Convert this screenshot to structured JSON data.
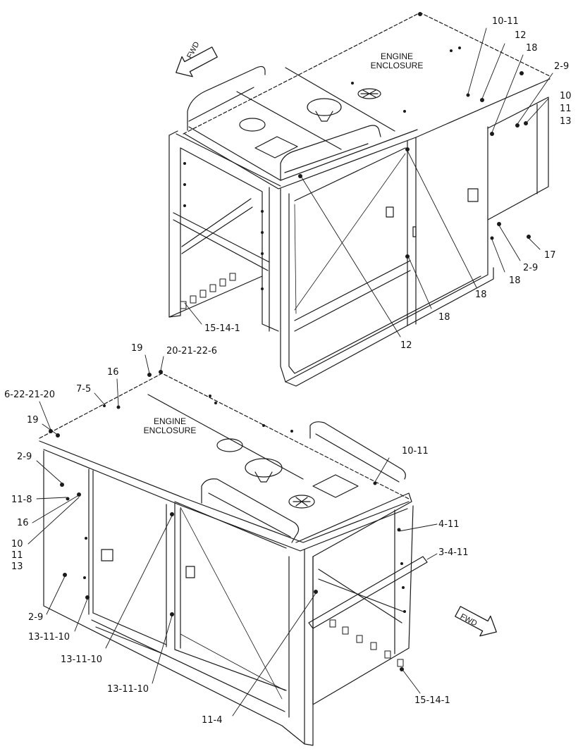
{
  "upper_view": {
    "enclosure_label": [
      "ENGINE",
      "ENCLOSURE"
    ],
    "fwd_label": "FWD",
    "callouts": [
      "10-11",
      "12",
      "18",
      "2-9",
      "10",
      "11",
      "13",
      "17",
      "2-9",
      "18",
      "18",
      "18",
      "12",
      "15-14-1"
    ]
  },
  "lower_view": {
    "enclosure_label": [
      "ENGINE",
      "ENCLOSURE"
    ],
    "fwd_label": "FWD",
    "callouts": [
      "19",
      "20-21-22-6",
      "16",
      "7-5",
      "6-22-21-20",
      "19",
      "2-9",
      "11-8",
      "16",
      "10",
      "11",
      "13",
      "2-9",
      "13-11-10",
      "13-11-10",
      "13-11-10",
      "11-4",
      "10-11",
      "4-11",
      "3-4-11",
      "15-14-1"
    ]
  },
  "colors": {
    "line": "#1a1a1a",
    "paper": "#ffffff"
  }
}
